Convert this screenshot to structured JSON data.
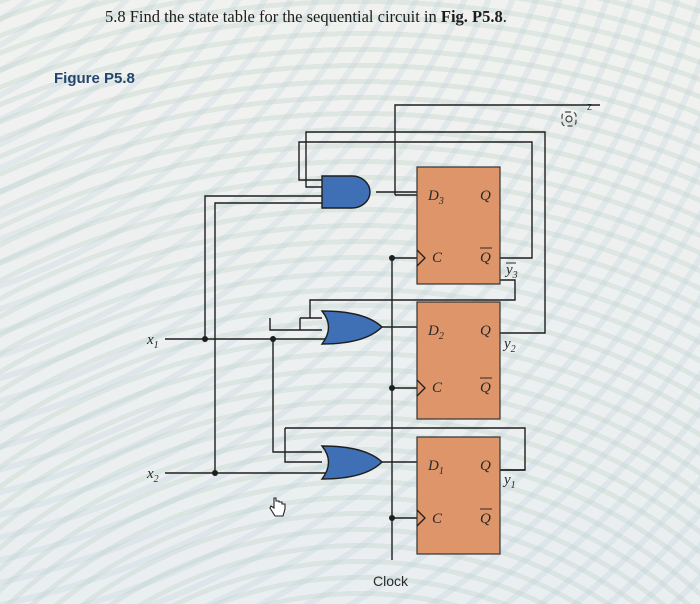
{
  "problem": {
    "number": "5.8",
    "text_before": "Find the state table for the sequential circuit in",
    "figref": "Fig. P5.8",
    "text_after": "."
  },
  "figure_label": "Figure P5.8",
  "flipflops": [
    {
      "d": "D",
      "d_sub": "3",
      "q": "Q",
      "qbar": "Q",
      "clk": "C",
      "out_label": "y",
      "out_sub": "3"
    },
    {
      "d": "D",
      "d_sub": "2",
      "q": "Q",
      "qbar": "Q",
      "clk": "C",
      "out_label": "y",
      "out_sub": "2"
    },
    {
      "d": "D",
      "d_sub": "1",
      "q": "Q",
      "qbar": "Q",
      "clk": "C",
      "out_label": "y",
      "out_sub": "1"
    }
  ],
  "inputs": [
    {
      "label": "x",
      "sub": "1"
    },
    {
      "label": "x",
      "sub": "2"
    }
  ],
  "clock_label": "Clock",
  "corner_mark": "Z",
  "colors": {
    "ff_fill": "#de9569",
    "gate_fill": "#3f6fb5",
    "wire": "#1e1e1e"
  }
}
